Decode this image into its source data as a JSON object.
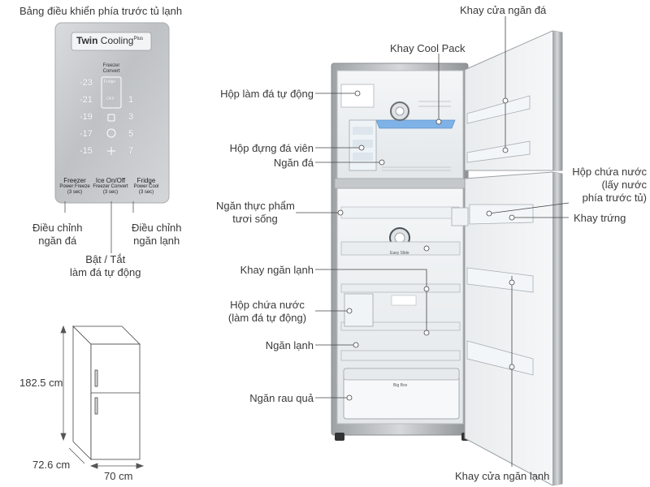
{
  "control_panel": {
    "title": "Bảng điều khiển phía trước tủ lạnh",
    "brand_twin": "Twin",
    "brand_cooling": "Cooling",
    "brand_plus": "Plus",
    "freezer_convert": "Freezer\nConvert",
    "fridge_mode": "Fridge",
    "off": "OFF",
    "freezer_temps": [
      "-23",
      "-21",
      "-19",
      "-17",
      "-15"
    ],
    "fridge_temps": [
      "1",
      "3",
      "5",
      "7"
    ],
    "buttons": [
      {
        "title": "Freezer",
        "sub": "Power Freeze",
        "hint": "(3 sec)"
      },
      {
        "title": "Ice On/Off",
        "sub": "Freezer Convert",
        "hint": "(3 sec)"
      },
      {
        "title": "Fridge",
        "sub": "Power Cool",
        "hint": "(3 sec)"
      }
    ]
  },
  "panel_labels": {
    "freezer_adjust": "Điều chỉnh\nngăn đá",
    "ice_toggle": "Bật / Tắt\nlàm đá tự động",
    "fridge_adjust": "Điều chỉnh\nngăn lạnh"
  },
  "dimensions": {
    "height": "182.5 cm",
    "depth": "72.6 cm",
    "width": "70 cm"
  },
  "labels": {
    "freezer_door_tray": "Khay cửa ngăn đá",
    "cool_pack_tray": "Khay Cool Pack",
    "auto_ice_maker": "Hộp làm đá tự động",
    "ice_cube_box": "Hộp đựng đá viên",
    "freezer": "Ngăn đá",
    "fresh_food": "Ngăn thực phẩm\ntươi sống",
    "fridge_tray": "Khay ngăn lạnh",
    "auto_ice_water": "Hộp chứa nước\n(làm đá tự động)",
    "fridge": "Ngăn lạnh",
    "vegetable": "Ngăn rau quả",
    "water_tank": "Hộp chứa nước\n(lấy nước\nphía trước tủ)",
    "egg_tray": "Khay trứng",
    "fridge_door_tray": "Khay cửa ngăn lạnh"
  },
  "fridge_text": {
    "easy_slide": "Easy Slide",
    "big_box": "Big Box"
  },
  "colors": {
    "label_text": "#3a3a3a",
    "leader_line": "#555555",
    "panel_silver": "#c8cacc",
    "cool_pack_blue": "#7fb2e6"
  }
}
